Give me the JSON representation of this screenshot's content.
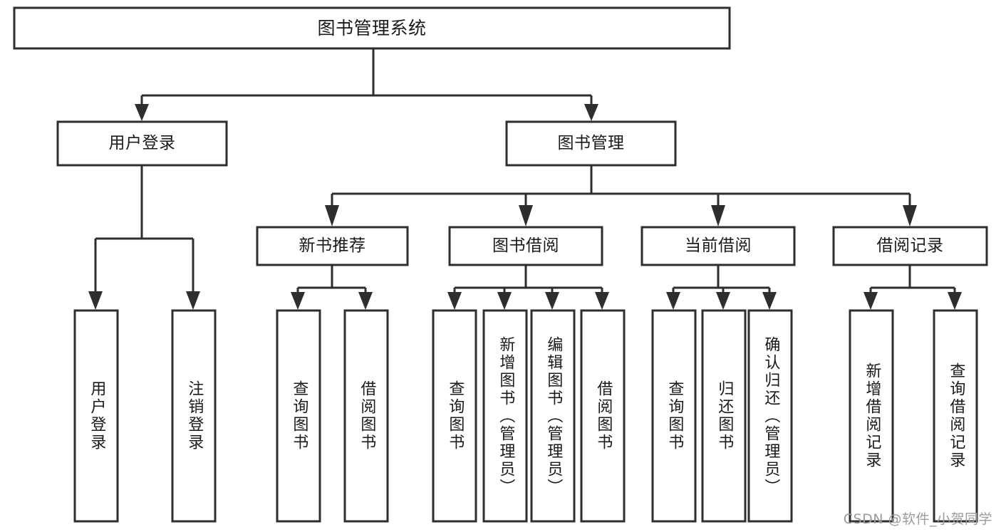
{
  "diagram": {
    "type": "tree-hierarchy",
    "title": "图书管理系统",
    "watermark": "CSDN @软件_小贺同学",
    "colors": {
      "stroke": "#2e2e2e",
      "fill": "#ffffff",
      "text": "#1a1a1a",
      "watermark": "#9b9b9b",
      "background": "#ffffff"
    },
    "nodes": {
      "root": {
        "label": "图书管理系统"
      },
      "level2": [
        {
          "id": "user-login",
          "label": "用户登录"
        },
        {
          "id": "book-manage",
          "label": "图书管理"
        }
      ],
      "level3": [
        {
          "id": "new-book-recommend",
          "label": "新书推荐"
        },
        {
          "id": "book-borrow",
          "label": "图书借阅"
        },
        {
          "id": "current-borrow",
          "label": "当前借阅"
        },
        {
          "id": "borrow-record",
          "label": "借阅记录"
        }
      ],
      "leaves": [
        {
          "id": "leaf-user-login",
          "label": "用户登录",
          "parent": "user-login"
        },
        {
          "id": "leaf-logout-login",
          "label": "注销登录",
          "parent": "user-login"
        },
        {
          "id": "leaf-query-book-1",
          "label": "查询图书",
          "parent": "new-book-recommend"
        },
        {
          "id": "leaf-borrow-book-1",
          "label": "借阅图书",
          "parent": "new-book-recommend"
        },
        {
          "id": "leaf-query-book-2",
          "label": "查询图书",
          "parent": "book-borrow"
        },
        {
          "id": "leaf-add-book",
          "label": "新增图书（管理员）",
          "parent": "book-borrow"
        },
        {
          "id": "leaf-edit-book",
          "label": "编辑图书（管理员）",
          "parent": "book-borrow"
        },
        {
          "id": "leaf-borrow-book-2",
          "label": "借阅图书",
          "parent": "book-borrow"
        },
        {
          "id": "leaf-query-book-3",
          "label": "查询图书",
          "parent": "current-borrow"
        },
        {
          "id": "leaf-return-book",
          "label": "归还图书",
          "parent": "current-borrow"
        },
        {
          "id": "leaf-confirm-return",
          "label": "确认归还（管理员）",
          "parent": "current-borrow"
        },
        {
          "id": "leaf-add-record",
          "label": "新增借阅记录",
          "parent": "borrow-record"
        },
        {
          "id": "leaf-query-record",
          "label": "查询借阅记录",
          "parent": "borrow-record"
        }
      ]
    }
  }
}
